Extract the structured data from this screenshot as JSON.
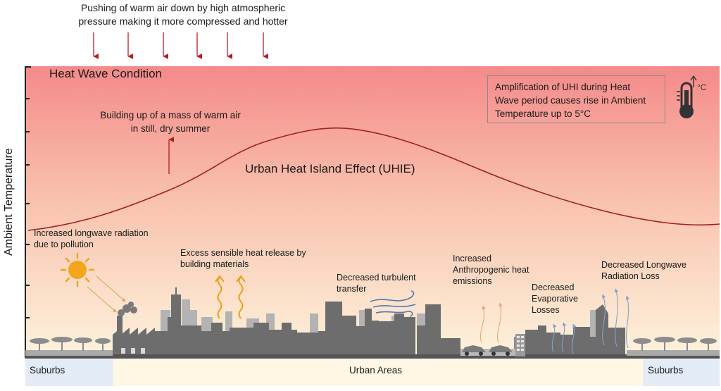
{
  "header": {
    "caption_line1": "Pushing of warm air down by high atmospheric",
    "caption_line2": "pressure making it more compressed and hotter"
  },
  "plot": {
    "title": "Heat Wave Condition",
    "y_axis_label": "Ambient Temperature",
    "curve_label": "Urban Heat Island Effect (UHIE)",
    "warm_air_line1": "Building up  of a mass of warm air",
    "warm_air_line2": "in still,  dry summer"
  },
  "callout": {
    "line1": "Amplification of UHI during Heat",
    "line2": "Wave period causes rise in Ambient",
    "line3": "Temperature up to 5°C",
    "icon": "thermometer-celsius-icon"
  },
  "annotations": {
    "longwave_line1": "Increased longwave radiation",
    "longwave_line2": "due to pollution",
    "sensible_line1": "Excess sensible heat release by",
    "sensible_line2": "building materials",
    "turbulent_line1": "Decreased turbulent",
    "turbulent_line2": "transfer",
    "anthro_line1": "Increased",
    "anthro_line2": "Anthropogenic heat",
    "anthro_line3": "emissions",
    "evap_line1": "Decreased",
    "evap_line2": "Evaporative",
    "evap_line3": "Losses",
    "lw_loss_line1": "Decreased Longwave",
    "lw_loss_line2": "Radiation Loss"
  },
  "zones": {
    "left": "Suburbs",
    "center": "Urban Areas",
    "right": "Suburbs"
  },
  "colors": {
    "sky_top": "#f48c8c",
    "sky_bottom": "#fdf2da",
    "curve": "#a21f24",
    "arrow": "#b51e23",
    "sun": "#f0a21a",
    "heat_wave": "#e8a21a",
    "buildings": "#6e6e6e",
    "buildings_bg": "#b0b0b0",
    "suburb_band": "#e3ecf6",
    "urban_band": "#fdf7e3"
  }
}
